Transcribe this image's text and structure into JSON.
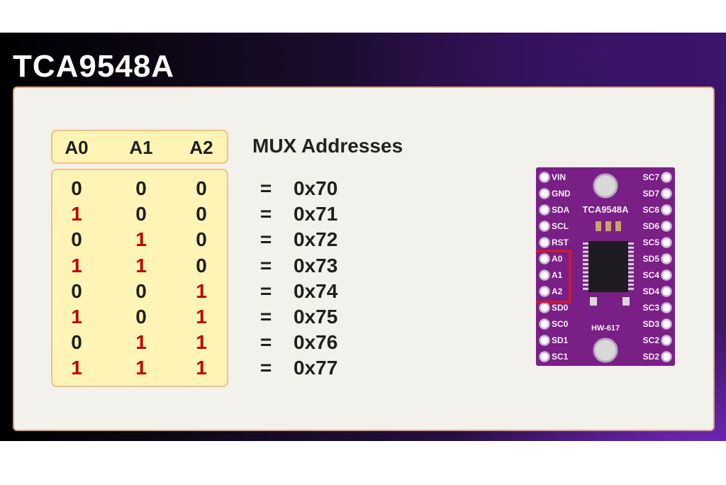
{
  "title": "TCA9548A",
  "table": {
    "headers": [
      "A0",
      "A1",
      "A2"
    ],
    "rows": [
      {
        "bits": [
          "0",
          "0",
          "0"
        ],
        "address": "0x70"
      },
      {
        "bits": [
          "1",
          "0",
          "0"
        ],
        "address": "0x71"
      },
      {
        "bits": [
          "0",
          "1",
          "0"
        ],
        "address": "0x72"
      },
      {
        "bits": [
          "1",
          "1",
          "0"
        ],
        "address": "0x73"
      },
      {
        "bits": [
          "0",
          "0",
          "1"
        ],
        "address": "0x74"
      },
      {
        "bits": [
          "1",
          "0",
          "1"
        ],
        "address": "0x75"
      },
      {
        "bits": [
          "0",
          "1",
          "1"
        ],
        "address": "0x76"
      },
      {
        "bits": [
          "1",
          "1",
          "1"
        ],
        "address": "0x77"
      }
    ],
    "equals": "=",
    "address_header": "MUX Addresses"
  },
  "board": {
    "name": "TCA9548A",
    "model": "HW-617",
    "left_pins": [
      "VIN",
      "GND",
      "SDA",
      "SCL",
      "RST",
      "A0",
      "A1",
      "A2",
      "SD0",
      "SC0",
      "SD1",
      "SC1"
    ],
    "right_pins": [
      "SC7",
      "SD7",
      "SC6",
      "SD6",
      "SC5",
      "SD5",
      "SC4",
      "SD4",
      "SC3",
      "SD3",
      "SC2",
      "SD2"
    ],
    "highlighted_pins": [
      "A0",
      "A1",
      "A2"
    ]
  },
  "colors": {
    "one_bit": "#c00000",
    "zero_bit": "#1f1f1f",
    "box_fill": "#fdf4b6",
    "box_border": "#f1c27e",
    "pcb": "#7a1f86",
    "highlight": "#e0181b"
  }
}
